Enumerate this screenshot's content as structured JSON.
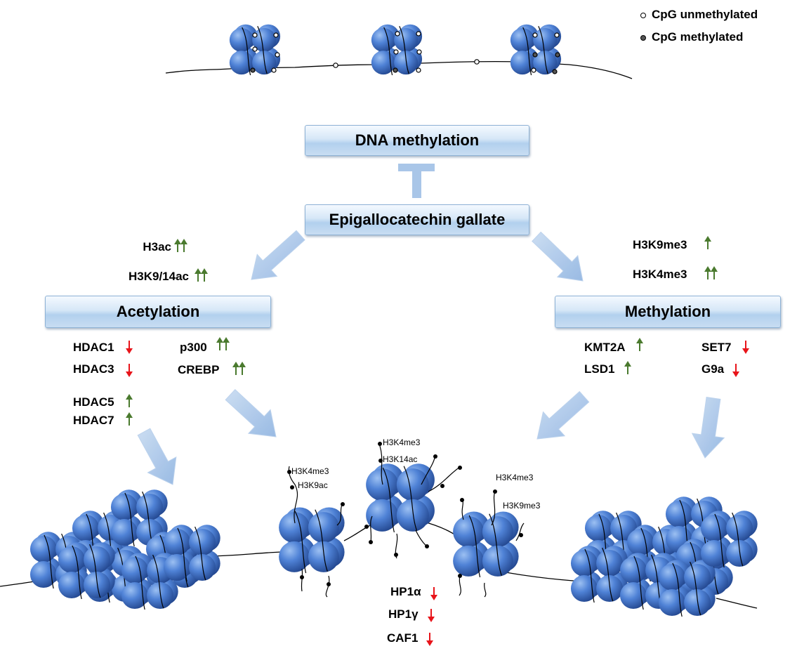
{
  "legend": {
    "unmethylated": "CpG unmethylated",
    "methylated": "CpG methylated"
  },
  "boxes": {
    "dna_methylation": "DNA methylation",
    "egcg": "Epigallocatechin gallate",
    "acetylation": "Acetylation",
    "methylation": "Methylation"
  },
  "acetylation_marks": [
    {
      "label": "H3ac",
      "direction": "up",
      "count": 2
    },
    {
      "label": "H3K9/14ac",
      "direction": "up",
      "count": 2
    }
  ],
  "methylation_marks": [
    {
      "label": "H3K9me3",
      "direction": "up",
      "count": 1
    },
    {
      "label": "H3K4me3",
      "direction": "up",
      "count": 2
    }
  ],
  "acetylation_enzymes_left": [
    {
      "label": "HDAC1",
      "direction": "down",
      "count": 1
    },
    {
      "label": "HDAC3",
      "direction": "down",
      "count": 1
    },
    {
      "label": "HDAC5",
      "direction": "up",
      "count": 1
    },
    {
      "label": "HDAC7",
      "direction": "up",
      "count": 1
    }
  ],
  "acetylation_enzymes_right": [
    {
      "label": "p300",
      "direction": "up",
      "count": 2
    },
    {
      "label": "CREBP",
      "direction": "up",
      "count": 2
    }
  ],
  "methylation_enzymes_left": [
    {
      "label": "KMT2A",
      "direction": "up",
      "count": 1
    },
    {
      "label": "LSD1",
      "direction": "up",
      "count": 1
    }
  ],
  "methylation_enzymes_right": [
    {
      "label": "SET7",
      "direction": "down",
      "count": 1
    },
    {
      "label": "G9a",
      "direction": "down",
      "count": 1
    }
  ],
  "nucleosome_marks": {
    "left": [
      "H3K4me3",
      "H3K9ac"
    ],
    "center": [
      "H3K4me3",
      "H3K14ac"
    ],
    "right": [
      "H3K4me3",
      "H3K9me3"
    ]
  },
  "bottom_proteins": [
    {
      "label": "HP1α",
      "direction": "down",
      "count": 1
    },
    {
      "label": "HP1γ",
      "direction": "down",
      "count": 1
    },
    {
      "label": "CAF1",
      "direction": "down",
      "count": 1
    }
  ],
  "colors": {
    "up_arrow": "#4a7a2e",
    "down_arrow": "#e8141a",
    "nucleosome": "#3f6fc4",
    "box_border": "#8fb3d6",
    "flow_arrow": "#a9c6e8"
  }
}
